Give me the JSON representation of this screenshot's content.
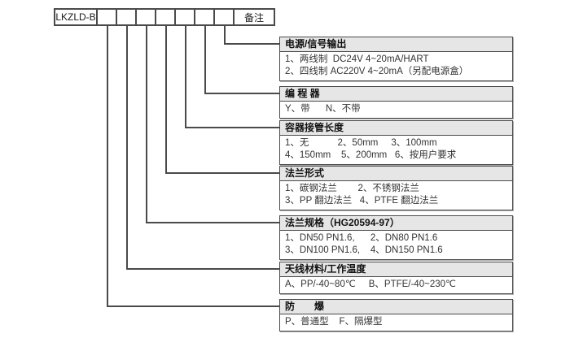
{
  "model": {
    "prefix": "LKZLD-B",
    "remark_label": "备注",
    "code_slots": 7
  },
  "sections": [
    {
      "title": "电源/信号输出",
      "lines": [
        "1、两线制  DC24V 4~20mA/HART",
        "2、四线制 AC220V 4~20mA（另配电源盒）"
      ]
    },
    {
      "title": "编 程 器",
      "lines": [
        "Y、带      N、不带"
      ]
    },
    {
      "title": "容器接管长度",
      "lines": [
        "1、无           2、50mm     3、100mm",
        "4、150mm    5、200mm   6、按用户要求"
      ]
    },
    {
      "title": "法兰形式",
      "lines": [
        "1、碳钢法兰        2、不锈钢法兰",
        "3、PP 翻边法兰   4、PTFE 翻边法兰"
      ]
    },
    {
      "title": "法兰规格（HG20594-97）",
      "lines": [
        "1、DN50 PN1.6,      2、DN80 PN1.6",
        "3、DN100 PN1.6,    4、DN150 PN1.6"
      ]
    },
    {
      "title": "天线材料/工作温度",
      "lines": [
        "A、PP/-40~80℃     B、PTFE/-40~230℃"
      ]
    },
    {
      "title": "防　　爆",
      "lines": [
        "P、普通型    F、隔爆型"
      ]
    }
  ],
  "colors": {
    "header_bg": "#e6e6e6",
    "line": "#4a4a4a",
    "body_text": "#333333"
  }
}
